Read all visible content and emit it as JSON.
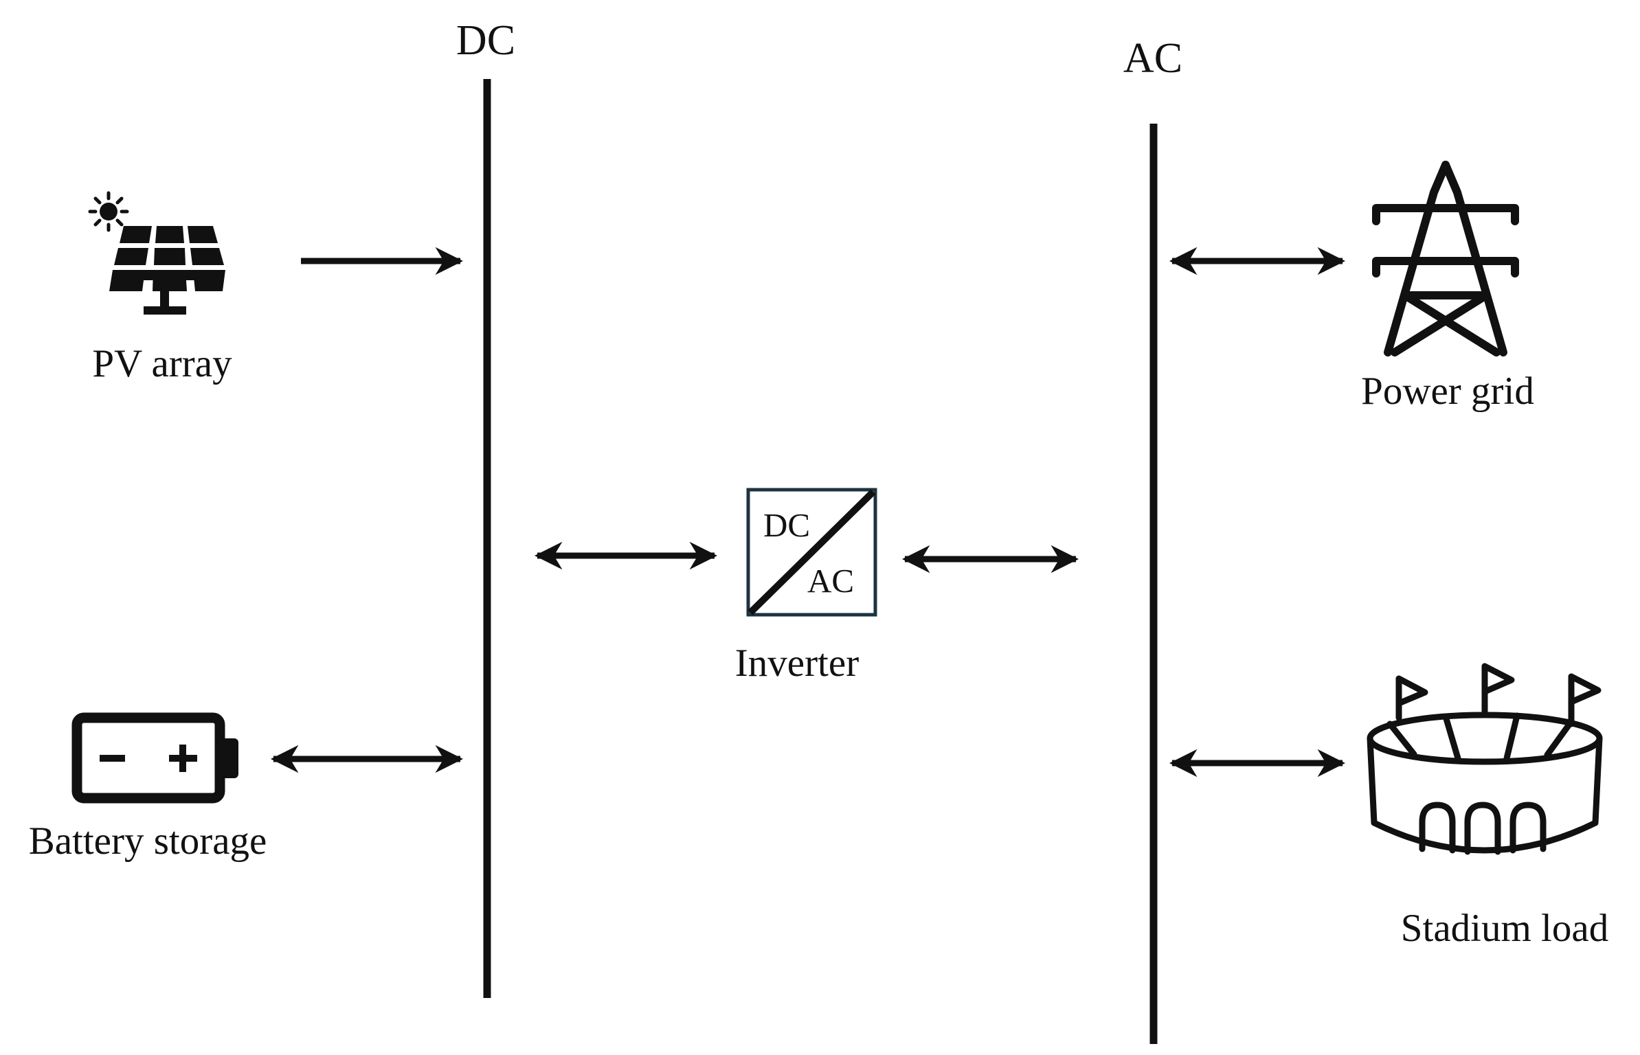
{
  "buses": {
    "dc_label": "DC",
    "ac_label": "AC"
  },
  "components": {
    "pv_array": {
      "label": "PV array",
      "icon": "solar-panel-icon"
    },
    "battery": {
      "label": "Battery storage",
      "icon": "battery-icon"
    },
    "inverter": {
      "label": "Inverter",
      "input": "DC",
      "output": "AC"
    },
    "power_grid": {
      "label": "Power grid",
      "icon": "transmission-tower-icon"
    },
    "stadium": {
      "label": "Stadium load",
      "icon": "stadium-icon"
    }
  },
  "connections": [
    {
      "from": "PV array",
      "to": "DC bus",
      "direction": "one-way"
    },
    {
      "from": "Battery storage",
      "to": "DC bus",
      "direction": "two-way"
    },
    {
      "from": "DC bus",
      "to": "Inverter",
      "direction": "two-way"
    },
    {
      "from": "Inverter",
      "to": "AC bus",
      "direction": "two-way"
    },
    {
      "from": "AC bus",
      "to": "Power grid",
      "direction": "two-way"
    },
    {
      "from": "AC bus",
      "to": "Stadium load",
      "direction": "two-way"
    }
  ]
}
